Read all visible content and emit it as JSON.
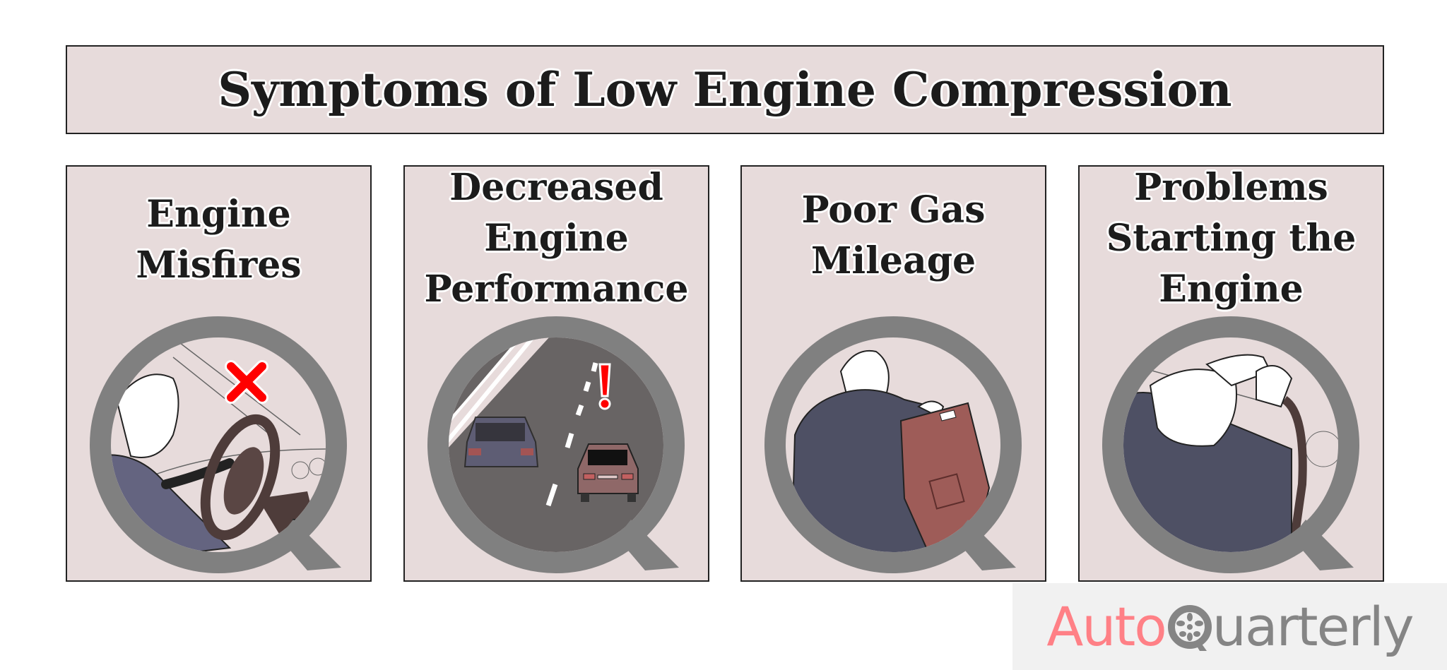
{
  "title": "Symptoms of Low Engine Compression",
  "colors": {
    "panel_bg": "#e7dbdb",
    "border": "#222222",
    "magnifier": "#808080",
    "logo_auto": "#ff8086",
    "logo_quarterly": "#858585",
    "alert_red": "#ff0000"
  },
  "panels": [
    {
      "lines": [
        "Engine",
        "Misfires"
      ],
      "illustration": "driver-at-wheel-with-red-x"
    },
    {
      "lines": [
        "Decreased",
        "Engine",
        "Performance"
      ],
      "illustration": "road-cars-with-exclamation"
    },
    {
      "lines": [
        "Poor Gas",
        "Mileage"
      ],
      "illustration": "man-carrying-gas-can"
    },
    {
      "lines": [
        "Problems",
        "Starting the",
        "Engine"
      ],
      "illustration": "driver-head-on-wheel"
    }
  ],
  "logo": {
    "part1": "Auto",
    "part2": "uarterly"
  }
}
